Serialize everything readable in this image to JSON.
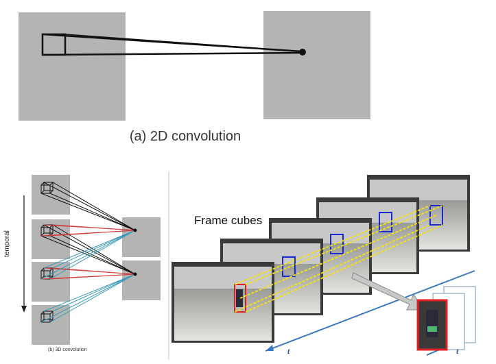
{
  "diagram_2d": {
    "caption": "(a) 2D convolution",
    "colors": {
      "feature_map": "#b4b4b4",
      "line": "#111111"
    }
  },
  "diagram_3d": {
    "caption": "(b) 3D convolution",
    "axis_label": "temporal",
    "colors": {
      "frame": "#b4b4b4",
      "black_lines": "#111111",
      "red_lines": "#d43a3a",
      "blue_lines": "#3a9ab8"
    }
  },
  "frame_cubes": {
    "title": "Frame cubes",
    "time_label_1": "t",
    "time_label_2": "t",
    "colors": {
      "tracking_lines": "#f2e21a",
      "red_box": "#e02020",
      "blue_box": "#1a2ad0",
      "arrow": "#c8c8c8",
      "axis": "#3a78c0"
    }
  }
}
